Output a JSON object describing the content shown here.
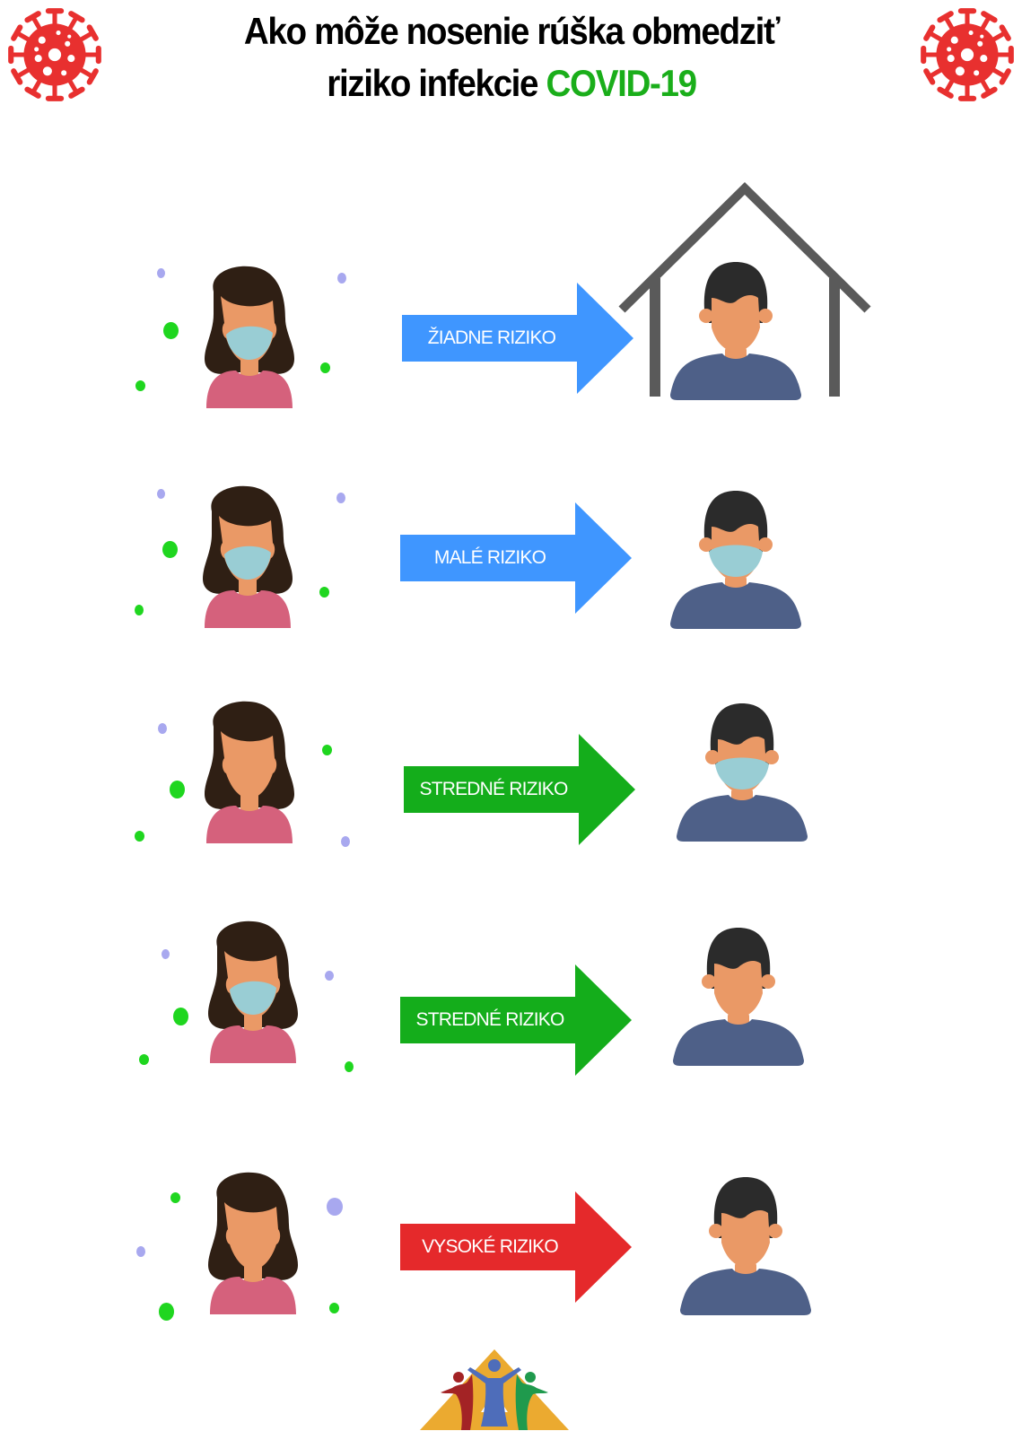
{
  "header": {
    "title_line1": "Ako môže nosenie rúška obmedziť",
    "title_line2_prefix": "riziko infekcie ",
    "title_line2_accent": "COVID-19",
    "accent_color": "#1aae1a",
    "left_icon": "virus-icon",
    "right_icon": "virus-icon",
    "virus_color": "#e8302f"
  },
  "colors": {
    "hair_woman": "#2f1f14",
    "hair_man": "#2b2b2b",
    "skin": "#ea9966",
    "mask": "#99cdd4",
    "shirt_woman": "#d5617c",
    "shirt_man": "#4e6088",
    "dot_green": "#1fd61f",
    "dot_purple": "#a8a8ef",
    "house": "#5a5a5a"
  },
  "scenarios": [
    {
      "label": "ŽIADNE RIZIKO",
      "arrow_color": "#3f96ff",
      "woman_mask": true,
      "man_mask": false,
      "man_in_house": true
    },
    {
      "label": "MALÉ RIZIKO",
      "arrow_color": "#3f96ff",
      "woman_mask": true,
      "man_mask": true,
      "man_in_house": false
    },
    {
      "label": "STREDNÉ RIZIKO",
      "arrow_color": "#14ad1b",
      "woman_mask": false,
      "man_mask": true,
      "man_in_house": false
    },
    {
      "label": "STREDNÉ RIZIKO",
      "arrow_color": "#14ad1b",
      "woman_mask": true,
      "man_mask": false,
      "man_in_house": false
    },
    {
      "label": "VYSOKÉ RIZIKO",
      "arrow_color": "#e5292b",
      "woman_mask": false,
      "man_mask": false,
      "man_in_house": false
    }
  ],
  "footer": {
    "logo": "organization-logo-icon"
  }
}
